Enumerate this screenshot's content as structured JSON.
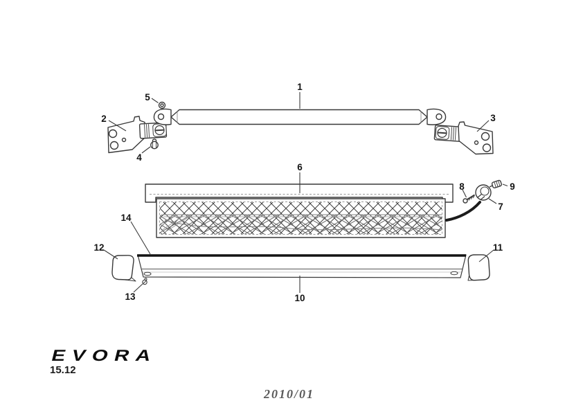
{
  "diagram": {
    "logo_text": "EVORA",
    "section_number": "15.12",
    "footer_code": "2010/01",
    "callouts": [
      {
        "num": "1"
      },
      {
        "num": "2"
      },
      {
        "num": "3"
      },
      {
        "num": "4"
      },
      {
        "num": "5"
      },
      {
        "num": "6"
      },
      {
        "num": "7"
      },
      {
        "num": "8"
      },
      {
        "num": "9"
      },
      {
        "num": "10"
      },
      {
        "num": "11"
      },
      {
        "num": "12"
      },
      {
        "num": "13"
      },
      {
        "num": "14"
      }
    ],
    "colors": {
      "line": "#383838",
      "thick_line": "#141414",
      "stitch": "#9a9a9a",
      "footer_text": "#5a5a5a"
    }
  }
}
